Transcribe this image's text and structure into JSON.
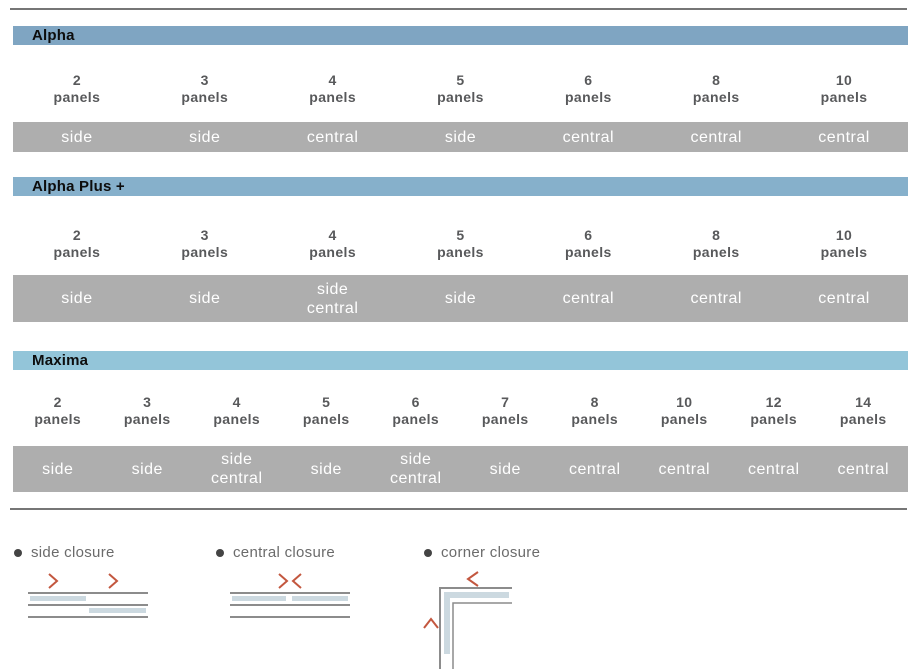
{
  "sections": [
    {
      "title": "Alpha",
      "header_color": "#7fa5c2",
      "columns": [
        {
          "count": "2",
          "unit": "panels",
          "closure": "side"
        },
        {
          "count": "3",
          "unit": "panels",
          "closure": "side"
        },
        {
          "count": "4",
          "unit": "panels",
          "closure": "central"
        },
        {
          "count": "5",
          "unit": "panels",
          "closure": "side"
        },
        {
          "count": "6",
          "unit": "panels",
          "closure": "central"
        },
        {
          "count": "8",
          "unit": "panels",
          "closure": "central"
        },
        {
          "count": "10",
          "unit": "panels",
          "closure": "central"
        }
      ]
    },
    {
      "title": "Alpha Plus +",
      "header_color": "#86b0cb",
      "columns": [
        {
          "count": "2",
          "unit": "panels",
          "closure": "side"
        },
        {
          "count": "3",
          "unit": "panels",
          "closure": "side"
        },
        {
          "count": "4",
          "unit": "panels",
          "closure": "side\ncentral"
        },
        {
          "count": "5",
          "unit": "panels",
          "closure": "side"
        },
        {
          "count": "6",
          "unit": "panels",
          "closure": "central"
        },
        {
          "count": "8",
          "unit": "panels",
          "closure": "central"
        },
        {
          "count": "10",
          "unit": "panels",
          "closure": "central"
        }
      ]
    },
    {
      "title": "Maxima",
      "header_color": "#93c5d9",
      "columns": [
        {
          "count": "2",
          "unit": "panels",
          "closure": "side"
        },
        {
          "count": "3",
          "unit": "panels",
          "closure": "side"
        },
        {
          "count": "4",
          "unit": "panels",
          "closure": "side\ncentral"
        },
        {
          "count": "5",
          "unit": "panels",
          "closure": "side"
        },
        {
          "count": "6",
          "unit": "panels",
          "closure": "side\ncentral"
        },
        {
          "count": "7",
          "unit": "panels",
          "closure": "side"
        },
        {
          "count": "8",
          "unit": "panels",
          "closure": "central"
        },
        {
          "count": "10",
          "unit": "panels",
          "closure": "central"
        },
        {
          "count": "12",
          "unit": "panels",
          "closure": "central"
        },
        {
          "count": "14",
          "unit": "panels",
          "closure": "central"
        }
      ]
    }
  ],
  "legend": {
    "items": [
      {
        "label": "side closure"
      },
      {
        "label": "central closure"
      },
      {
        "label": "corner closure"
      }
    ]
  },
  "colors": {
    "closure_bar_gray": "#aeaeae",
    "rule_gray": "#767676",
    "panel_text_gray": "#58595b",
    "legend_text_gray": "#6b6b6b",
    "arrow_red": "#c3573f",
    "panel_blue": "#ccd9e0",
    "diagram_line_gray": "#8c8c8c"
  }
}
